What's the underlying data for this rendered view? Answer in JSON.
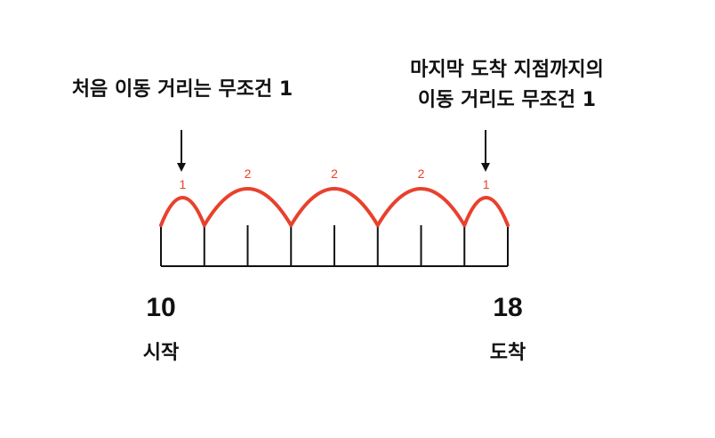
{
  "annotations": {
    "left": [
      "처음 이동 거리는 무조건 1"
    ],
    "right": [
      "마지막 도착 지점까지의",
      "이동 거리도 무조건 1"
    ]
  },
  "start": {
    "value": "10",
    "label": "시작"
  },
  "end": {
    "value": "18",
    "label": "도착"
  },
  "number_line": {
    "from": 10,
    "to": 18
  },
  "hops": [
    {
      "from": 10,
      "to": 11,
      "label": "1"
    },
    {
      "from": 11,
      "to": 13,
      "label": "2"
    },
    {
      "from": 13,
      "to": 15,
      "label": "2"
    },
    {
      "from": 15,
      "to": 17,
      "label": "2"
    },
    {
      "from": 17,
      "to": 18,
      "label": "1"
    }
  ],
  "colors": {
    "hop": "#e8412d",
    "line": "#111111",
    "text": "#111111"
  }
}
